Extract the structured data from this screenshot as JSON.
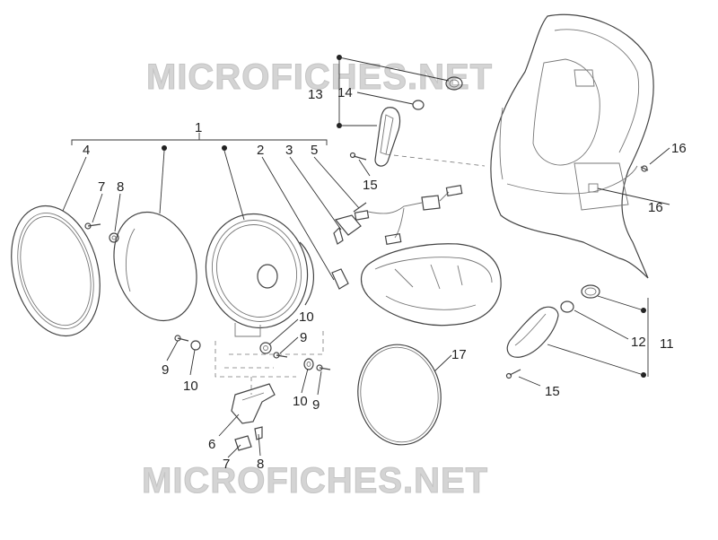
{
  "watermark": {
    "top": "MICROFICHES.NET",
    "bottom": "MICROFICHES.NET"
  },
  "callouts": {
    "c1": "1",
    "c2": "2",
    "c3": "3",
    "c4": "4",
    "c5": "5",
    "c6": "6",
    "c7a": "7",
    "c7b": "7",
    "c8a": "8",
    "c8b": "8",
    "c9a": "9",
    "c9b": "9",
    "c9c": "9",
    "c10a": "10",
    "c10b": "10",
    "c10c": "10",
    "c11": "11",
    "c12": "12",
    "c13": "13",
    "c14": "14",
    "c15a": "15",
    "c15b": "15",
    "c16a": "16",
    "c16b": "16",
    "c17": "17"
  }
}
